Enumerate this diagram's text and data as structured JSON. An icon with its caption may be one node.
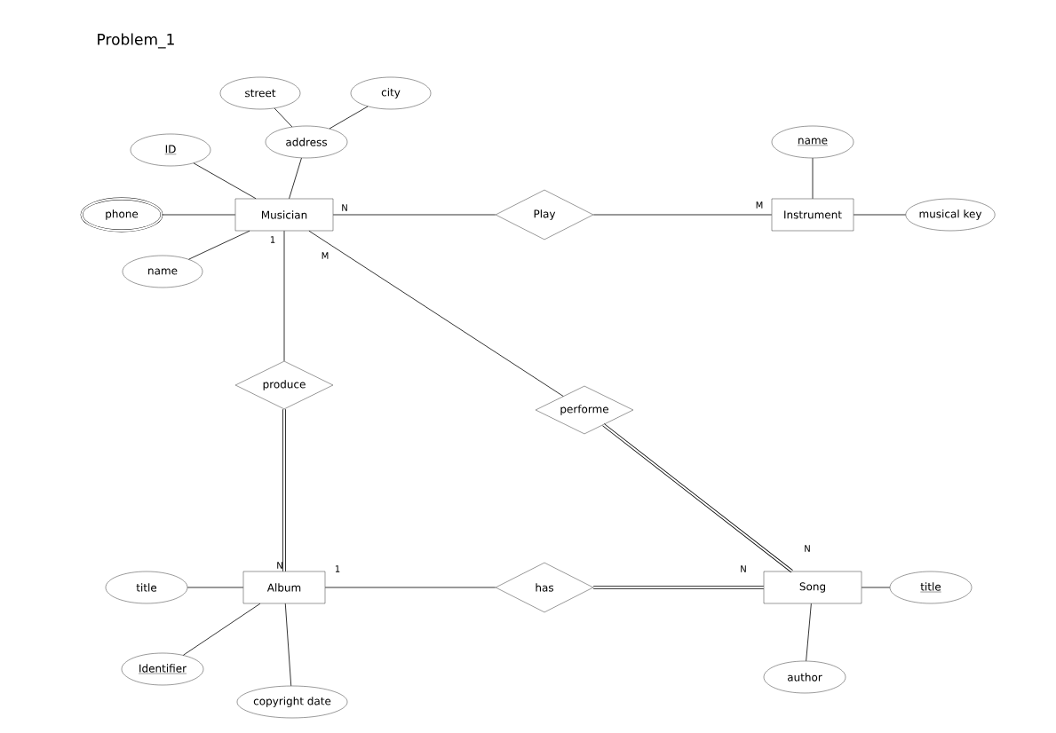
{
  "diagram": {
    "title": "Problem_1",
    "nodes": [
      {
        "text": [
          "street"
        ]
      },
      {
        "text": [
          "city"
        ]
      },
      {
        "text": [
          "address"
        ]
      },
      {
        "text": [
          "ID"
        ]
      },
      {
        "text": [
          "name"
        ]
      },
      {
        "text": [
          "phone"
        ]
      },
      {
        "text": [
          "Musician"
        ]
      },
      {
        "text": [
          "Play"
        ]
      },
      {
        "text": [
          "Instrument"
        ]
      },
      {
        "text": [
          "musical key"
        ]
      },
      {
        "text": [
          "name"
        ]
      },
      {
        "text": [
          "produce"
        ]
      },
      {
        "text": [
          "performe"
        ]
      },
      {
        "text": [
          "title"
        ]
      },
      {
        "text": [
          "Album"
        ]
      },
      {
        "text": [
          "has"
        ]
      },
      {
        "text": [
          "Song"
        ]
      },
      {
        "text": [
          "title"
        ]
      },
      {
        "text": [
          "Identifier"
        ]
      },
      {
        "text": [
          "author"
        ]
      },
      {
        "text": [
          "copyright date"
        ]
      }
    ],
    "edges": [
      {
        "from": 0,
        "to": 2,
        "arrow": "none"
      },
      {
        "from": 1,
        "to": 2,
        "arrow": "none"
      },
      {
        "from": 2,
        "to": 6,
        "arrow": "none"
      },
      {
        "from": 3,
        "to": 6,
        "arrow": "none"
      },
      {
        "from": 5,
        "to": 6,
        "arrow": "none"
      },
      {
        "from": 10,
        "to": 6,
        "arrow": "none"
      },
      {
        "from": 6,
        "to": 7,
        "arrow": "none"
      },
      {
        "from": 7,
        "to": 8,
        "arrow": "none"
      },
      {
        "from": 4,
        "to": 8,
        "arrow": "none"
      },
      {
        "from": 8,
        "to": 9,
        "arrow": "none"
      },
      {
        "from": 6,
        "to": 11,
        "arrow": "none"
      },
      {
        "from": 11,
        "to": 14,
        "arrow": "none",
        "style": "thick"
      },
      {
        "from": 6,
        "to": 12,
        "arrow": "none"
      },
      {
        "from": 12,
        "to": 16,
        "arrow": "none",
        "style": "thick"
      },
      {
        "from": 13,
        "to": 14,
        "arrow": "none"
      },
      {
        "from": 14,
        "to": 15,
        "arrow": "none"
      },
      {
        "from": 15,
        "to": 16,
        "arrow": "none",
        "style": "thick"
      },
      {
        "from": 16,
        "to": 17,
        "arrow": "none"
      },
      {
        "from": 14,
        "to": 18,
        "arrow": "none"
      },
      {
        "from": 14,
        "to": 20,
        "arrow": "none"
      },
      {
        "from": 16,
        "to": 19,
        "arrow": "none"
      }
    ],
    "labels": [
      "N",
      "M",
      "1",
      "M",
      "N",
      "1",
      "N",
      "N"
    ]
  }
}
